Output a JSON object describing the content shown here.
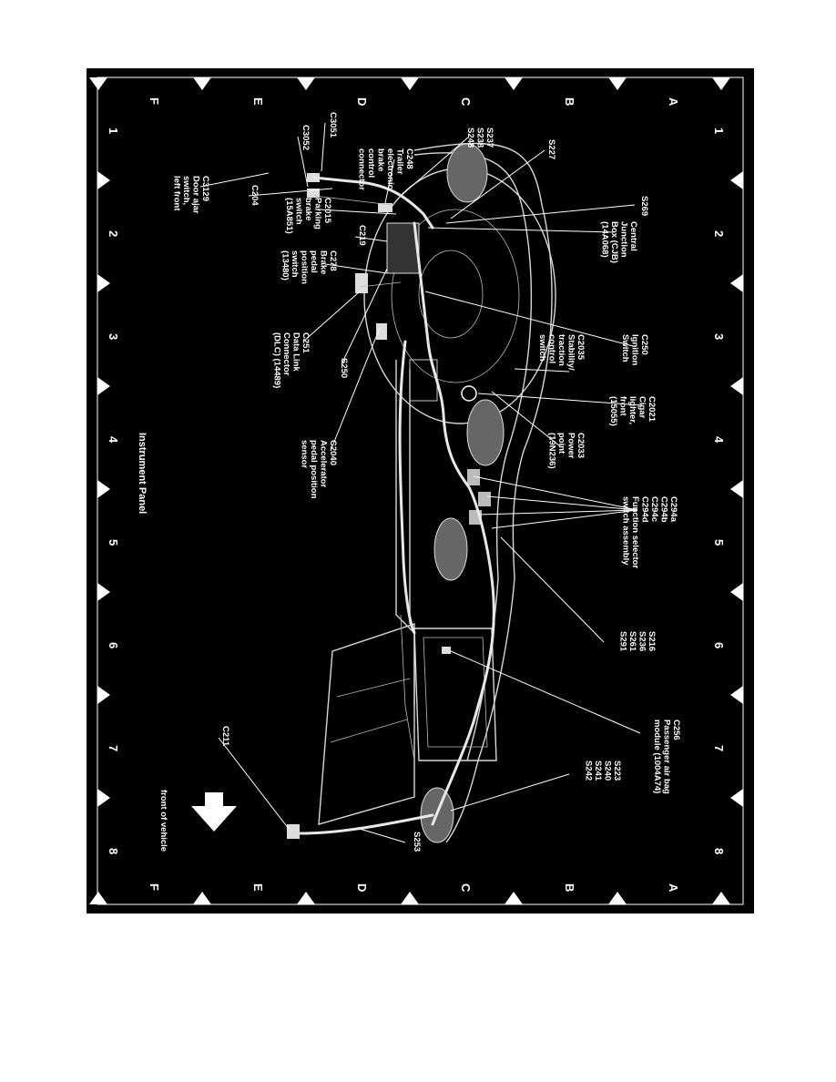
{
  "diagram": {
    "title": "Instrument Panel",
    "orientation_label": "front of vehicle",
    "grid": {
      "rows": [
        "A",
        "B",
        "C",
        "D",
        "E",
        "F"
      ],
      "columns": [
        "1",
        "2",
        "3",
        "4",
        "5",
        "6",
        "7",
        "8"
      ]
    },
    "callouts": [
      {
        "id": "c3051",
        "lines": [
          "C3051"
        ]
      },
      {
        "id": "c3052",
        "lines": [
          "C3052"
        ]
      },
      {
        "id": "c3129",
        "lines": [
          "C3129",
          "Door ajar",
          "switch,",
          "left front"
        ]
      },
      {
        "id": "c248",
        "lines": [
          "C248",
          "Trailer",
          "electronic",
          "brake",
          "control",
          "connector"
        ]
      },
      {
        "id": "s237",
        "lines": [
          "S237",
          "S238",
          "S248"
        ]
      },
      {
        "id": "s227",
        "lines": [
          "S227"
        ]
      },
      {
        "id": "s269",
        "lines": [
          "S269"
        ]
      },
      {
        "id": "cjb",
        "lines": [
          "Central",
          "Junction",
          "Box (CJB)",
          "(14A068)"
        ]
      },
      {
        "id": "c204",
        "lines": [
          "C204"
        ]
      },
      {
        "id": "c2015",
        "lines": [
          "C2015",
          "Parking",
          "brake",
          "switch",
          "(15A851)"
        ]
      },
      {
        "id": "c219",
        "lines": [
          "C219"
        ]
      },
      {
        "id": "c278",
        "lines": [
          "C278",
          "Brake",
          "pedal",
          "position",
          "switch",
          "(13480)"
        ]
      },
      {
        "id": "c250",
        "lines": [
          "C250",
          "Ignition",
          "Switch"
        ]
      },
      {
        "id": "c2035",
        "lines": [
          "C2035",
          "Stability/",
          "traction",
          "control",
          "switch"
        ]
      },
      {
        "id": "c251",
        "lines": [
          "C251",
          "Data Link",
          "Connector",
          "(DLC) (14489)"
        ]
      },
      {
        "id": "s250",
        "lines": [
          "S250"
        ]
      },
      {
        "id": "c2021",
        "lines": [
          "C2021",
          "Cigar",
          "lighter,",
          "front",
          "(15055)"
        ]
      },
      {
        "id": "c2033",
        "lines": [
          "C2033",
          "Power",
          "point",
          "(19N236)"
        ]
      },
      {
        "id": "c2040",
        "lines": [
          "C2040",
          "Accelerator",
          "pedal position",
          "sensor"
        ]
      },
      {
        "id": "c294",
        "lines": [
          "C294a",
          "C294b",
          "C294c",
          "C294d",
          "Function selector",
          "switch assembly"
        ]
      },
      {
        "id": "s216",
        "lines": [
          "S216",
          "S236",
          "S261",
          "S291"
        ]
      },
      {
        "id": "c256",
        "lines": [
          "C256",
          "Passenger air bag",
          "module (1004A74)"
        ]
      },
      {
        "id": "c211",
        "lines": [
          "C211"
        ]
      },
      {
        "id": "s223",
        "lines": [
          "S223",
          "S240",
          "S241",
          "S242"
        ]
      },
      {
        "id": "s253",
        "lines": [
          "S253"
        ]
      }
    ]
  }
}
